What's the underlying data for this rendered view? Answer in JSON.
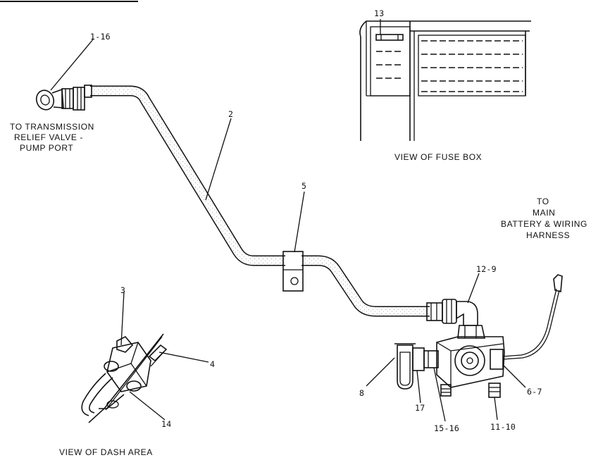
{
  "callouts": {
    "c1_16": "1-16",
    "c2": "2",
    "c3": "3",
    "c4": "4",
    "c5": "5",
    "c6_7": "6-7",
    "c8": "8",
    "c11_10": "11-10",
    "c12_9": "12-9",
    "c13": "13",
    "c14": "14",
    "c15_16": "15-16",
    "c17": "17"
  },
  "notes": {
    "transmission_line1": "TO TRANSMISSION",
    "transmission_line2": "RELIEF VALVE -",
    "transmission_line3": "PUMP PORT",
    "battery_line1": "TO",
    "battery_line2": "MAIN",
    "battery_line3": "BATTERY & WIRING",
    "battery_line4": "HARNESS"
  },
  "captions": {
    "fuse_box": "VIEW OF FUSE BOX",
    "dash_area": "VIEW OF DASH AREA"
  }
}
